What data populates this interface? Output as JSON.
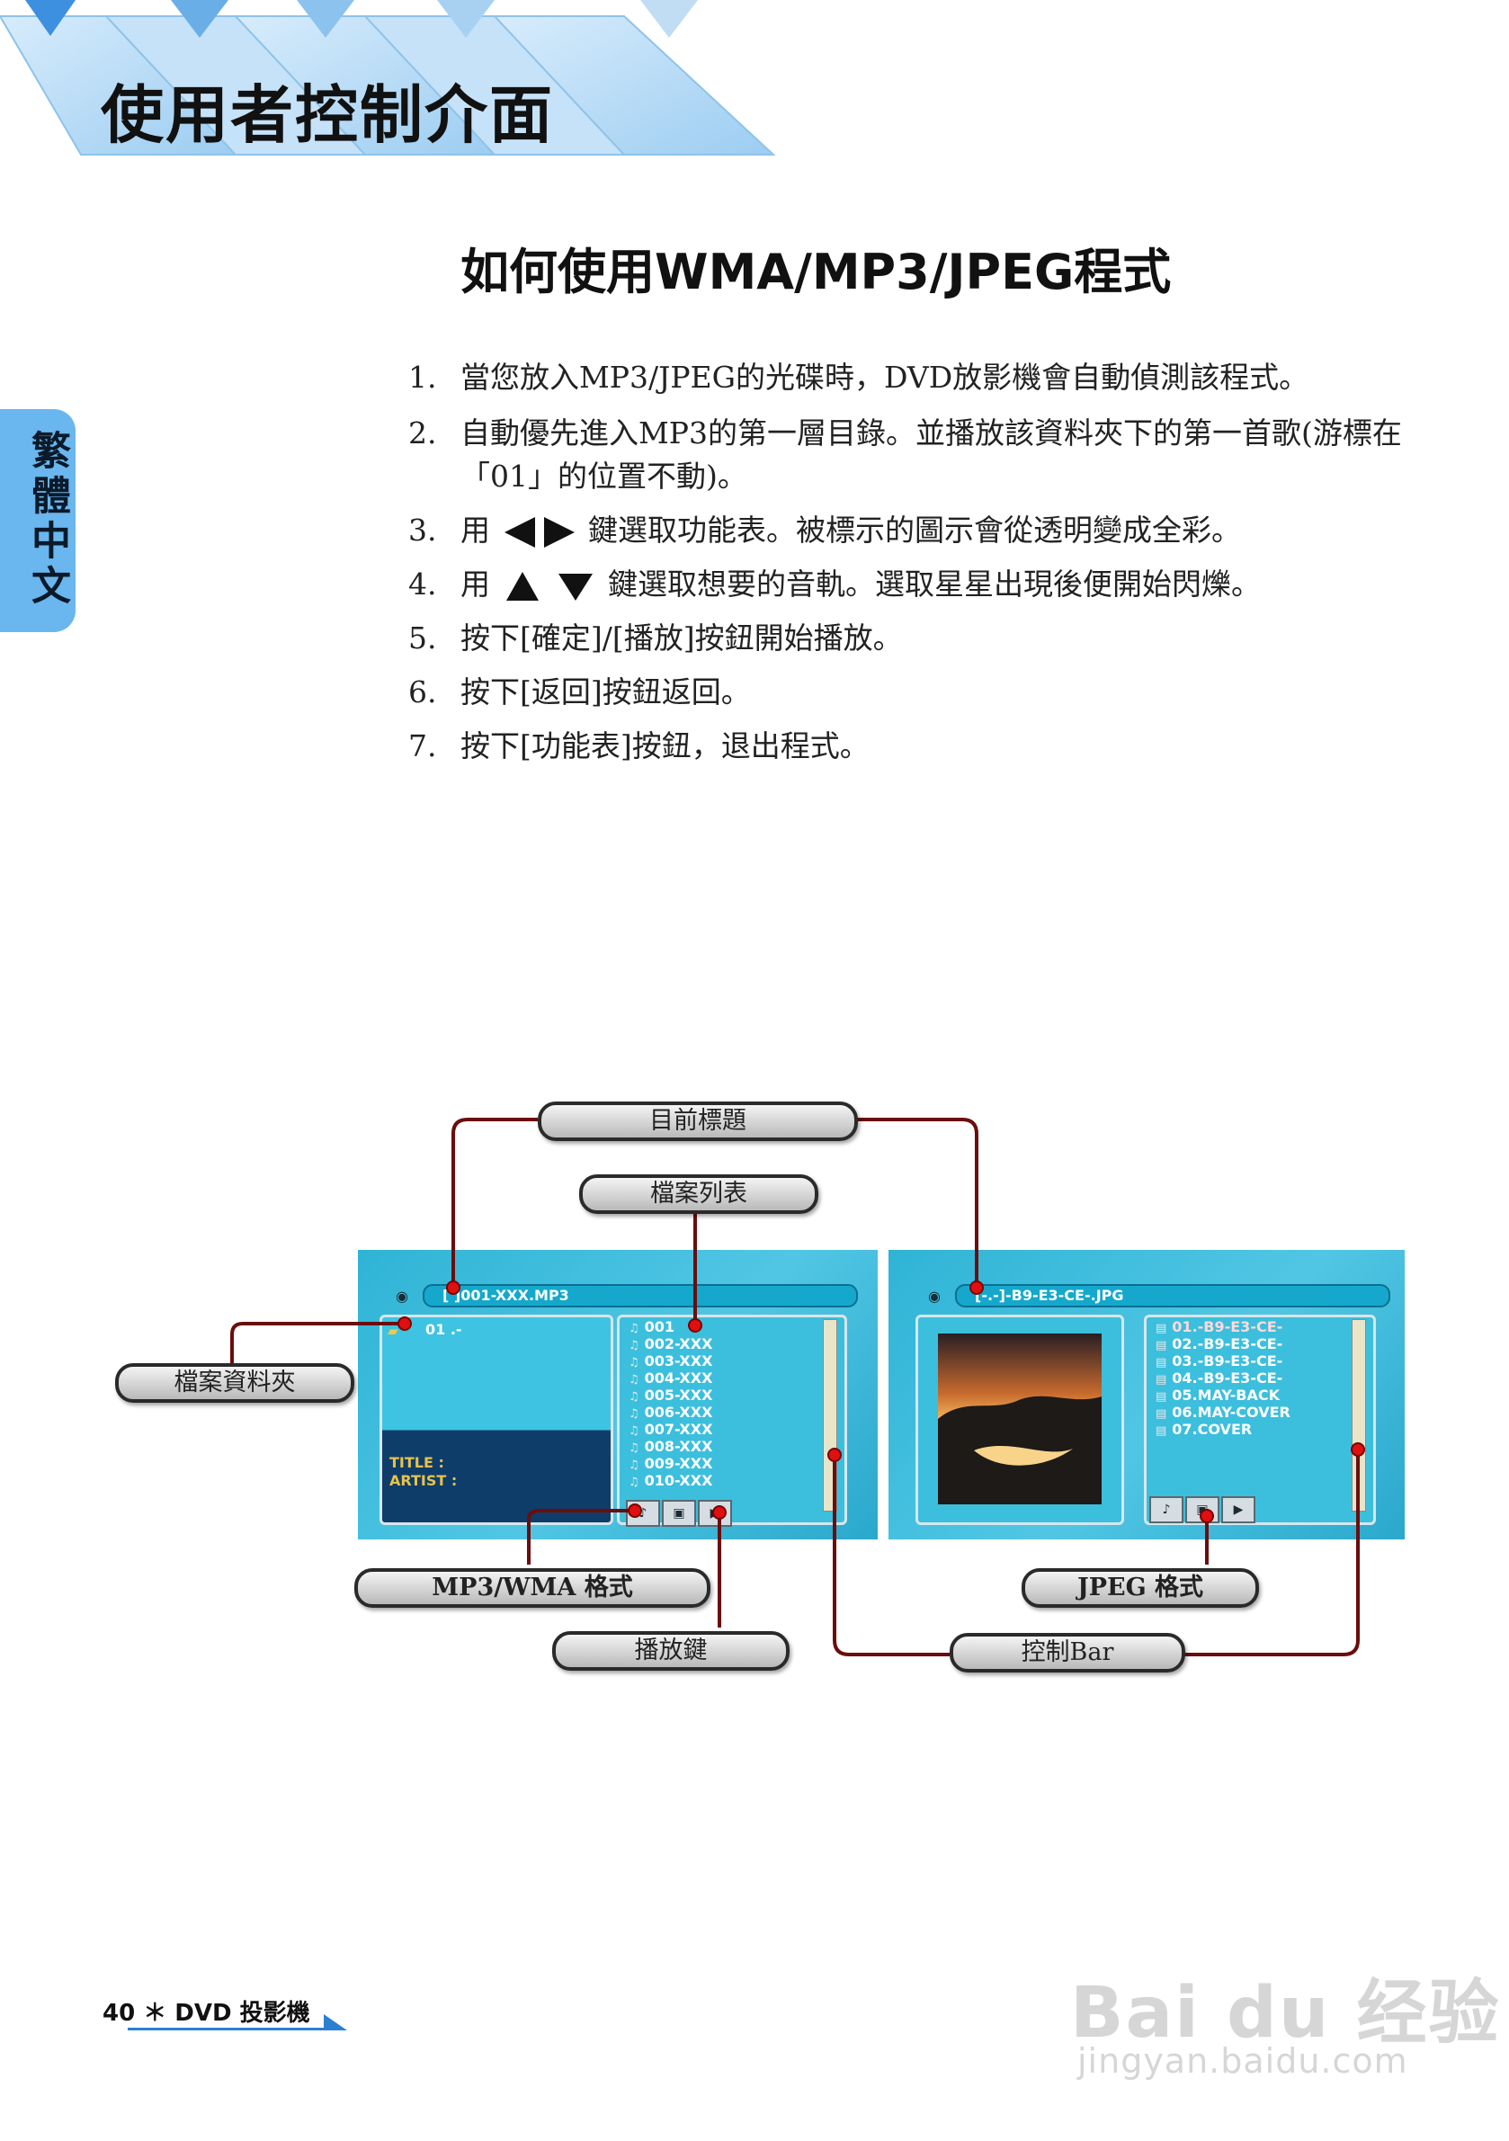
{
  "header": {
    "title": "使用者控制介面"
  },
  "side_tab": {
    "label": "繁體中文"
  },
  "section": {
    "heading": "如何使用WMA/MP3/JPEG程式"
  },
  "steps": [
    {
      "num": "1.",
      "pre": "當您放入MP3/JPEG的光碟時，DVD放影機會自動偵測該程式。",
      "post": ""
    },
    {
      "num": "2.",
      "pre": "自動優先進入MP3的第一層目錄。並播放該資料夾下的第一首歌(游標在「01」的位置不動)。",
      "post": ""
    },
    {
      "num": "3.",
      "pre": "用",
      "post": "鍵選取功能表。被標示的圖示會從透明變成全彩。"
    },
    {
      "num": "4.",
      "pre": "用",
      "post": "鍵選取想要的音軌。選取星星出現後便開始閃爍。"
    },
    {
      "num": "5.",
      "pre": "按下[確定]/[播放]按鈕開始播放。",
      "post": ""
    },
    {
      "num": "6.",
      "pre": "按下[返回]按鈕返回。",
      "post": ""
    },
    {
      "num": "7.",
      "pre": "按下[功能表]按鈕，退出程式。",
      "post": ""
    }
  ],
  "callouts": {
    "current_title": "目前標題",
    "file_list": "檔案列表",
    "file_folder": "檔案資料夾",
    "mp3_wma_format": "MP3/WMA 格式",
    "play_key": "播放鍵",
    "jpeg_format": "JPEG 格式",
    "control_bar": "控制Bar"
  },
  "mp3_screen": {
    "title": "[  ]001-XXX.MP3",
    "folder": "01 .-",
    "title_label": "TITLE   :",
    "artist_label": "ARTIST :",
    "files": [
      "001",
      "002-XXX",
      "003-XXX",
      "004-XXX",
      "005-XXX",
      "006-XXX",
      "007-XXX",
      "008-XXX",
      "009-XXX",
      "010-XXX"
    ],
    "bg_color": "#3dbddd"
  },
  "jpeg_screen": {
    "title": "[-.-]-B9-E3-CE-.JPG",
    "files": [
      "01.-B9-E3-CE-",
      "02.-B9-E3-CE-",
      "03.-B9-E3-CE-",
      "04.-B9-E3-CE-",
      "05.MAY-BACK",
      "06.MAY-COVER",
      "07.COVER"
    ]
  },
  "footer": {
    "page": "40 ＊ DVD 投影機"
  },
  "watermark": {
    "logo": "Bai du 经验",
    "url": "jingyan.baidu.com"
  },
  "colors": {
    "accent_blue": "#2a7fd0",
    "callout_line": "#6b0d0d",
    "dot_red": "#e01010",
    "screen_cyan": "#3dbddd"
  }
}
